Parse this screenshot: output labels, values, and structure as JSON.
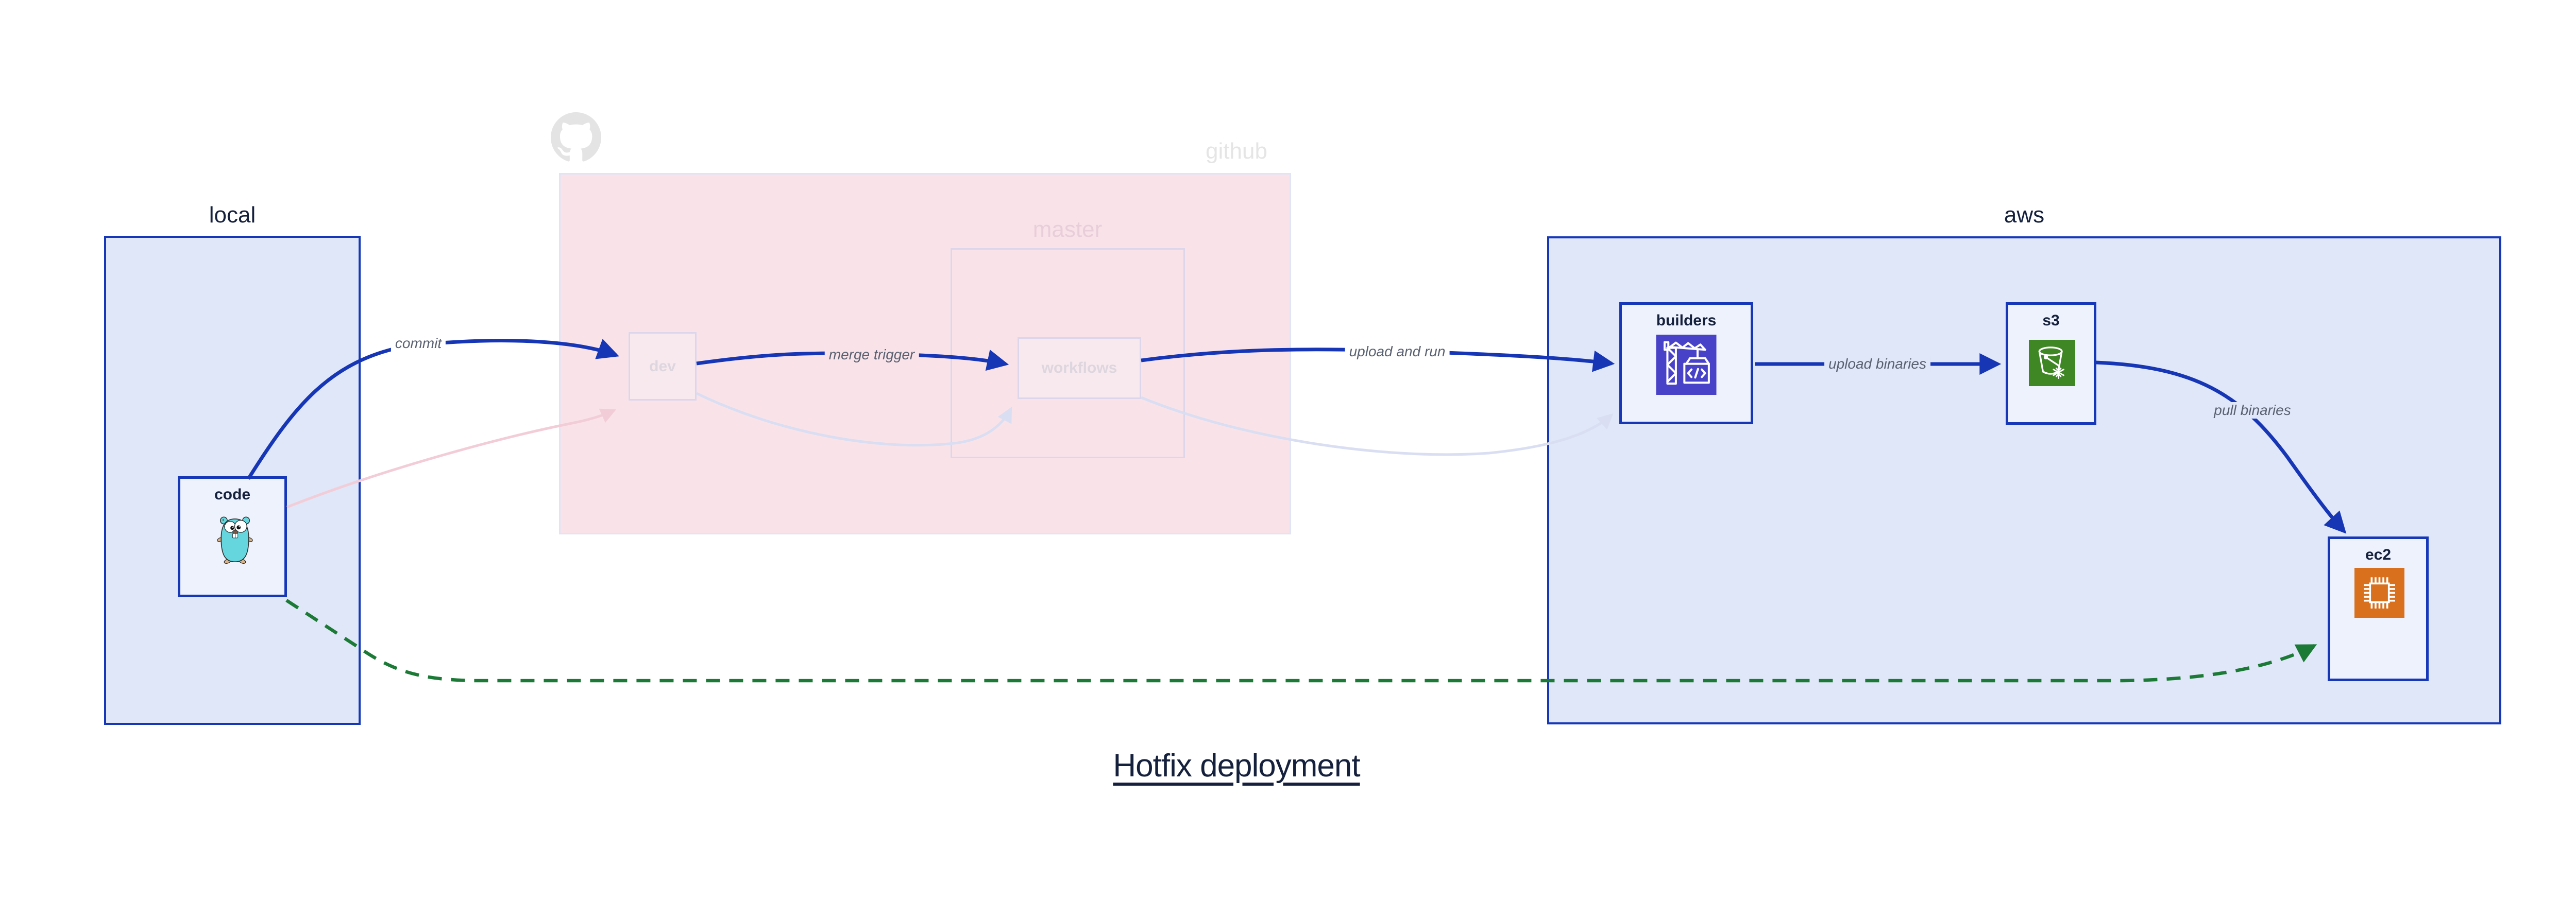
{
  "diagram_title": "Hotfix deployment",
  "groups": {
    "local": {
      "label": "local"
    },
    "github": {
      "label": "github"
    },
    "master": {
      "label": "master"
    },
    "aws": {
      "label": "aws"
    }
  },
  "nodes": {
    "code": {
      "label": "code",
      "icon": "go-gopher-icon"
    },
    "dev": {
      "label": "dev"
    },
    "workflows": {
      "label": "workflows"
    },
    "builders": {
      "label": "builders",
      "icon": "codebuild-crane-icon"
    },
    "s3": {
      "label": "s3",
      "icon": "s3-glacier-bucket-icon"
    },
    "ec2": {
      "label": "ec2",
      "icon": "ec2-chip-icon"
    }
  },
  "edges": {
    "commit": {
      "label": "commit",
      "from": "code",
      "to": "dev",
      "style": "solid-blue"
    },
    "merge_trigger": {
      "label": "merge trigger",
      "from": "dev",
      "to": "workflows",
      "style": "solid-blue"
    },
    "upload_and_run": {
      "label": "upload and run",
      "from": "workflows",
      "to": "builders",
      "style": "solid-blue"
    },
    "upload_binaries": {
      "label": "upload binaries",
      "from": "builders",
      "to": "s3",
      "style": "solid-blue"
    },
    "pull_binaries": {
      "label": "pull binaries",
      "from": "s3",
      "to": "ec2",
      "style": "solid-blue"
    },
    "hotfix_direct": {
      "from": "code",
      "to": "ec2",
      "style": "dashed-green"
    },
    "faded_code_dev": {
      "from": "code",
      "to": "dev",
      "style": "faded-pink"
    },
    "faded_dev_wf": {
      "from": "dev",
      "to": "workflows",
      "style": "faded-lavender"
    },
    "faded_wf_build": {
      "from": "workflows",
      "to": "builders",
      "style": "faded-lavender"
    }
  },
  "colors": {
    "edge_blue": "#1636b6",
    "edge_green": "#1b7a35",
    "edge_faded_pink": "#f2cdd8",
    "edge_faded_lavender": "#d9def2",
    "group_blue_fill": "#dfe7f8",
    "group_blue_border": "#1537b8",
    "github_fill": "#f9e3e9",
    "node_fill": "#eef2fc",
    "builders_icon_bg": "#4842c8",
    "s3_icon_bg": "#3f8624",
    "ec2_icon_bg": "#d8701d",
    "edge_label_gray": "#596070",
    "text_dark": "#15203d"
  }
}
